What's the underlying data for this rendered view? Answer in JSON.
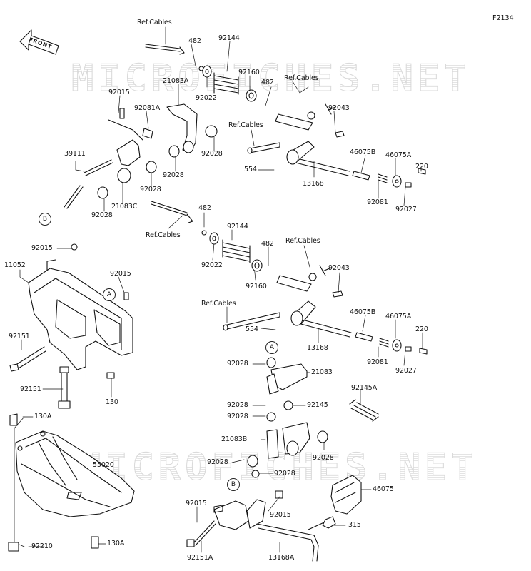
{
  "figure_code": "F2134",
  "front_arrow_label": "FRONT",
  "watermark": [
    "MICROFICHES.NET",
    "MICROFICHES.NET"
  ],
  "callouts": {
    "a": "A",
    "b": "B"
  },
  "labels": [
    "Ref.Cables",
    "482",
    "92144",
    "92160",
    "21083A",
    "92022",
    "Ref.Cables",
    "482",
    "92015",
    "92081A",
    "92043",
    "Ref.Cables",
    "92028",
    "39111",
    "46075B",
    "46075A",
    "220",
    "554",
    "13168",
    "92028",
    "92028",
    "21083C",
    "92081",
    "92027",
    "92028",
    "482",
    "Ref.Cables",
    "92144",
    "92015",
    "482",
    "Ref.Cables",
    "11052",
    "92015",
    "92022",
    "92043",
    "92160",
    "Ref.Cables",
    "46075B",
    "46075A",
    "220",
    "554",
    "13168",
    "92151",
    "92081",
    "92027",
    "92028",
    "21083",
    "92151",
    "130",
    "92028",
    "92145",
    "92145A",
    "92028",
    "130A",
    "21083B",
    "92028",
    "55020",
    "92028",
    "92028",
    "46075",
    "92015",
    "92015",
    "315",
    "92210",
    "130A",
    "92151A",
    "13168A"
  ]
}
